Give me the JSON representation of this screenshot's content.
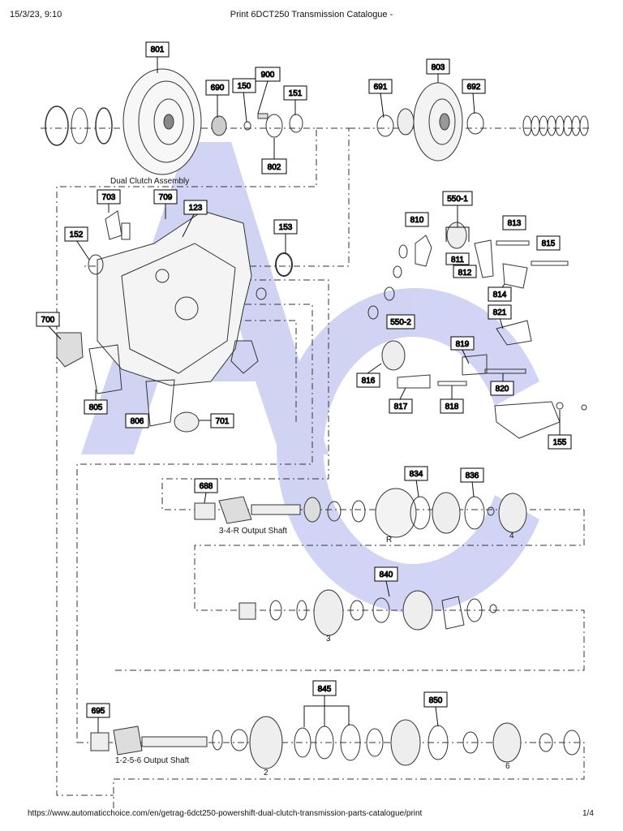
{
  "header": {
    "datetime": "15/3/23, 9:10",
    "title": "Print 6DCT250 Transmission Catalogue -"
  },
  "footer": {
    "url": "https://www.automaticchoice.com/en/getrag-6dct250-powershift-dual-clutch-transmission-parts-catalogue/print",
    "page": "1/4"
  },
  "watermark": {
    "text": "AC",
    "color": "#c9ccf2"
  },
  "captions": {
    "dual_clutch": "Dual Clutch Assembly",
    "shaft_34r": "3-4-R Output Shaft",
    "shaft_1256": "1-2-5-6 Output Shaft",
    "gear_r": "R",
    "gear_4": "4",
    "gear_3": "3",
    "gear_2": "2",
    "gear_6": "6"
  },
  "callouts": [
    {
      "id": "801",
      "label": "801"
    },
    {
      "id": "690",
      "label": "690"
    },
    {
      "id": "150",
      "label": "150"
    },
    {
      "id": "900",
      "label": "900"
    },
    {
      "id": "151",
      "label": "151"
    },
    {
      "id": "802",
      "label": "802"
    },
    {
      "id": "691",
      "label": "691"
    },
    {
      "id": "803",
      "label": "803"
    },
    {
      "id": "692",
      "label": "692"
    },
    {
      "id": "703",
      "label": "703"
    },
    {
      "id": "709",
      "label": "709"
    },
    {
      "id": "123",
      "label": "123"
    },
    {
      "id": "152",
      "label": "152"
    },
    {
      "id": "153",
      "label": "153"
    },
    {
      "id": "550-1",
      "label": "550-1"
    },
    {
      "id": "810",
      "label": "810"
    },
    {
      "id": "813",
      "label": "813"
    },
    {
      "id": "815",
      "label": "815"
    },
    {
      "id": "811",
      "label": "811"
    },
    {
      "id": "812",
      "label": "812"
    },
    {
      "id": "814",
      "label": "814"
    },
    {
      "id": "821",
      "label": "821"
    },
    {
      "id": "700",
      "label": "700"
    },
    {
      "id": "550-2",
      "label": "550-2"
    },
    {
      "id": "819",
      "label": "819"
    },
    {
      "id": "816",
      "label": "816"
    },
    {
      "id": "820",
      "label": "820"
    },
    {
      "id": "817",
      "label": "817"
    },
    {
      "id": "818",
      "label": "818"
    },
    {
      "id": "805",
      "label": "805"
    },
    {
      "id": "806",
      "label": "806"
    },
    {
      "id": "701",
      "label": "701"
    },
    {
      "id": "155",
      "label": "155"
    },
    {
      "id": "688",
      "label": "688"
    },
    {
      "id": "834",
      "label": "834"
    },
    {
      "id": "836",
      "label": "836"
    },
    {
      "id": "840",
      "label": "840"
    },
    {
      "id": "845",
      "label": "845"
    },
    {
      "id": "850",
      "label": "850"
    },
    {
      "id": "695",
      "label": "695"
    }
  ]
}
